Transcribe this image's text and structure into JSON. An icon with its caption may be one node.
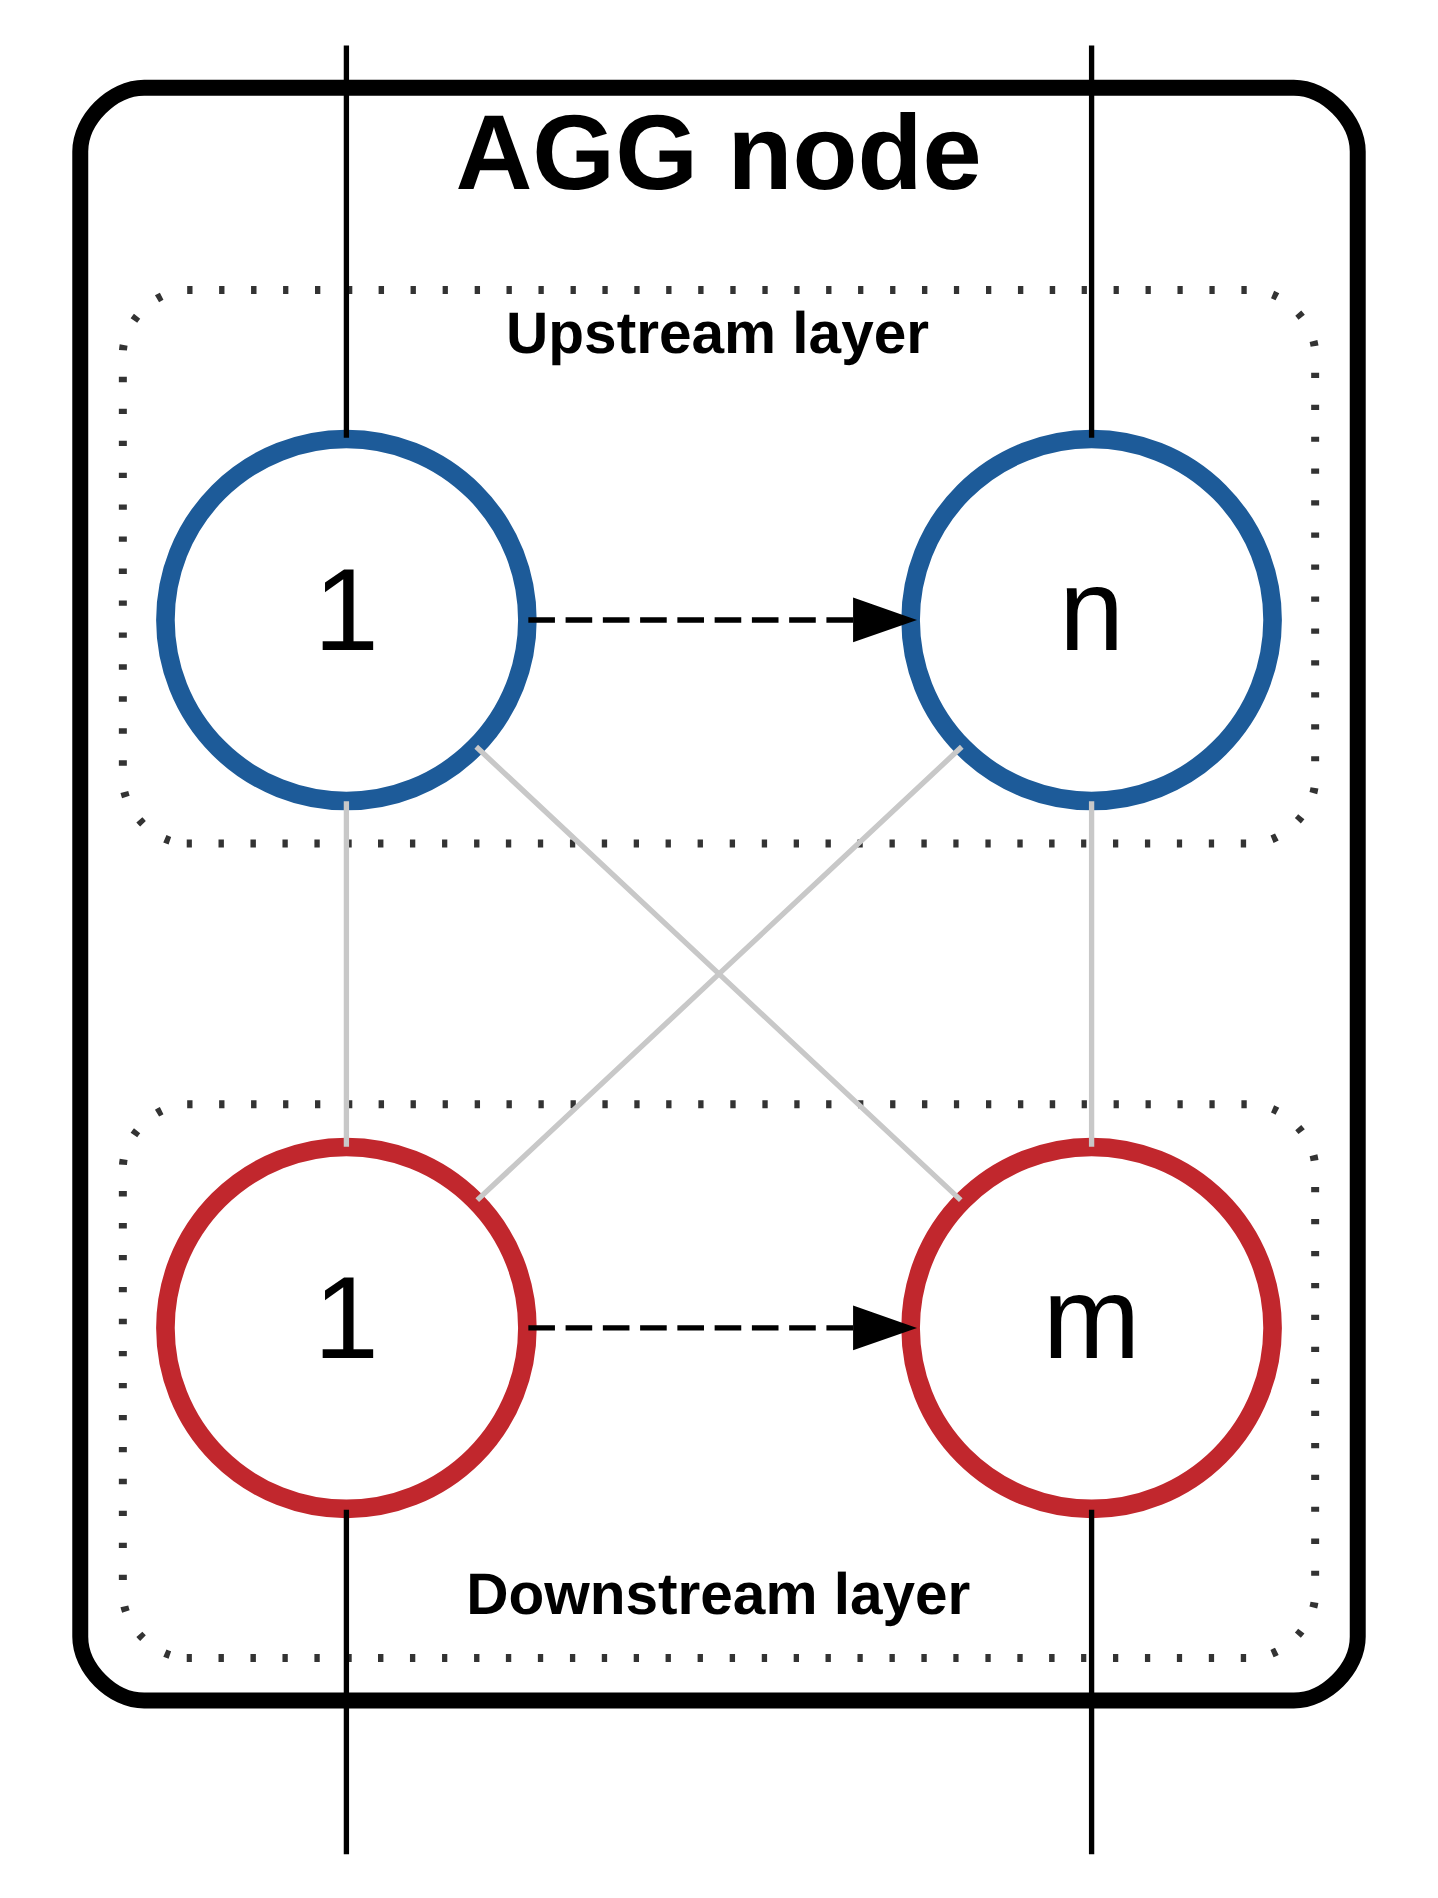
{
  "diagram": {
    "nodes": [
      {
        "text": [
          "AGG node"
        ]
      },
      {
        "text": [
          "Upstream layer"
        ],
        "in": 0
      },
      {
        "text": [
          "1"
        ],
        "in": 1
      },
      {
        "text": [
          "n"
        ],
        "in": 1
      },
      {
        "text": [
          "Downstream layer"
        ],
        "in": 0
      },
      {
        "text": [
          "1"
        ],
        "in": 4
      },
      {
        "text": [
          "m"
        ],
        "in": 4
      }
    ],
    "edges": [
      {
        "from": null,
        "to": 2,
        "arrow": "none"
      },
      {
        "from": null,
        "to": 3,
        "arrow": "none"
      },
      {
        "from": 2,
        "to": 3,
        "arrow": "to",
        "style": "dashed"
      },
      {
        "from": 2,
        "to": 5,
        "arrow": "none",
        "color": "#c8c8c8"
      },
      {
        "from": 2,
        "to": 6,
        "arrow": "none",
        "color": "#c8c8c8"
      },
      {
        "from": 3,
        "to": 5,
        "arrow": "none",
        "color": "#c8c8c8"
      },
      {
        "from": 3,
        "to": 6,
        "arrow": "none",
        "color": "#c8c8c8"
      },
      {
        "from": 5,
        "to": 6,
        "arrow": "to",
        "style": "dashed"
      },
      {
        "from": 5,
        "to": null,
        "arrow": "none"
      },
      {
        "from": 6,
        "to": null,
        "arrow": "none"
      }
    ]
  }
}
